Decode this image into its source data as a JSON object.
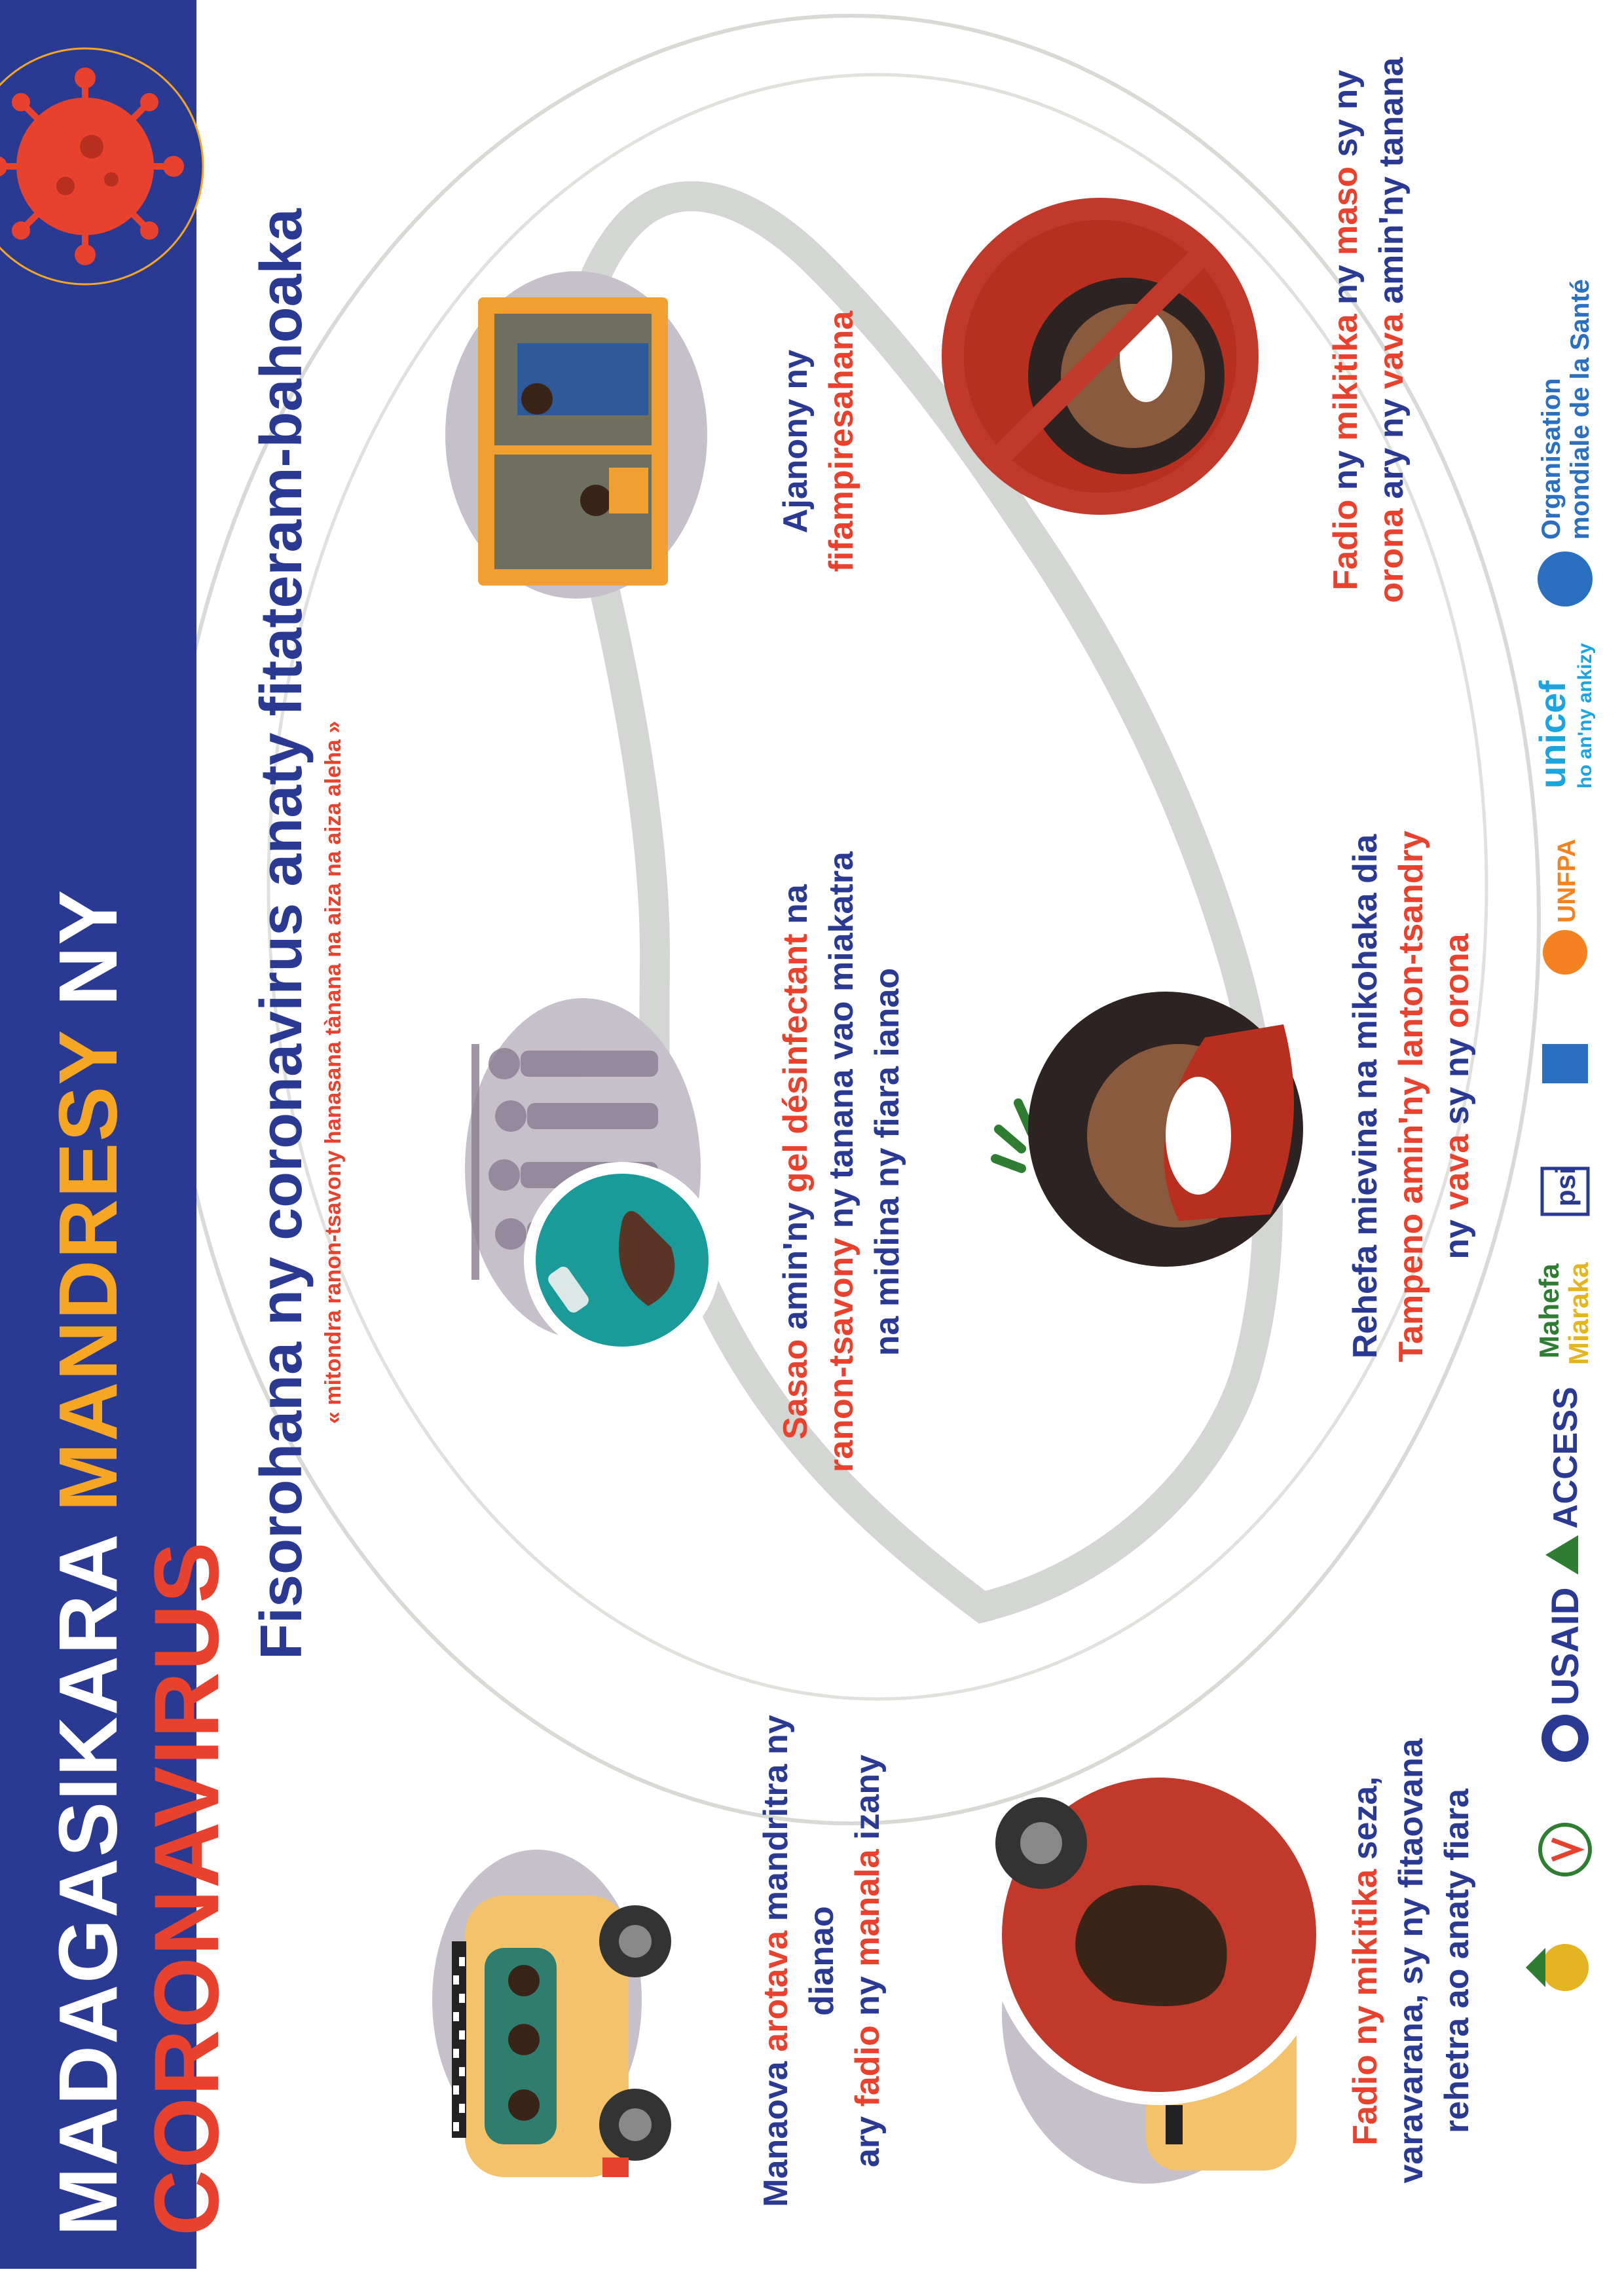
{
  "header": {
    "title_part1": "MADAGASIKARA",
    "title_accent": "MANDRESY",
    "title_part2": "NY",
    "title_line2": "CORONAVIRUS"
  },
  "subtitle": "Fisorohana ny coronavirus anaty fitateram-bahoaka",
  "note": "« mitondra ranon-tsavony hanasana tànana na aiza na aiza aleha »",
  "tips": [
    {
      "lines": [
        [
          "Manaova ",
          "b"
        ],
        [
          "arotava",
          "r"
        ],
        [
          " mandritra ny dianao",
          "b"
        ]
      ],
      "line2": [
        [
          "ary ",
          "b"
        ],
        [
          "fadio",
          "r"
        ],
        [
          " ny ",
          "b"
        ],
        [
          "manala",
          "r"
        ],
        [
          " izany",
          "b"
        ]
      ]
    },
    {
      "line1": [
        [
          "Sasao",
          "r"
        ],
        [
          " amin'ny ",
          "b"
        ],
        [
          "gel désinfectant",
          "r"
        ],
        [
          " na",
          "b"
        ]
      ],
      "line2": [
        [
          "ranon-tsavony",
          "r"
        ],
        [
          " ny tanana vao miakatra",
          "b"
        ]
      ],
      "line3": [
        [
          "na midina ny fiara ianao",
          "b"
        ]
      ]
    },
    {
      "line1": [
        [
          "Ajanony ny",
          "b"
        ]
      ],
      "line2": [
        [
          "fifampiresahana",
          "r"
        ]
      ]
    },
    {
      "line1": [
        [
          "Fadio ny ",
          "r"
        ],
        [
          "mikitika",
          "r"
        ],
        [
          " seza,",
          "b"
        ]
      ],
      "line2": [
        [
          "varavarana,  sy ny fitaovana",
          "b"
        ]
      ],
      "line3": [
        [
          "rehetra ao anaty fiara",
          "b"
        ]
      ]
    },
    {
      "line1": [
        [
          "Rehefa mievina na mikohaka dia",
          "b"
        ]
      ],
      "line2": [
        [
          "Tampeno amin'ny lanton-tsandry",
          "r"
        ]
      ],
      "line3": [
        [
          "ny ",
          "b"
        ],
        [
          "vava",
          "r"
        ],
        [
          " sy ny ",
          "b"
        ],
        [
          "orona",
          "r"
        ]
      ]
    },
    {
      "line1": [
        [
          "Fadio",
          "r"
        ],
        [
          " ny ",
          "b"
        ],
        [
          "mikitika",
          "r"
        ],
        [
          " ny ",
          "b"
        ],
        [
          "maso",
          "r"
        ],
        [
          " sy ny",
          "b"
        ]
      ],
      "line2": [
        [
          "orona",
          "r"
        ],
        [
          " ary ny ",
          "b"
        ],
        [
          "vava",
          "r"
        ],
        [
          " amin'ny tanana",
          "b"
        ]
      ]
    }
  ],
  "logos": {
    "usaid": "USAID",
    "access": "ACCESS",
    "mahefa_1": "Mahefa",
    "mahefa_2": "Miaraka",
    "psi": "psi",
    "unfpa": "UNFPA",
    "unicef": "unicef",
    "unicef_tag": "ho an'ny ankizy",
    "who_1": "Organisation",
    "who_2": "mondiale de la Santé"
  },
  "colors": {
    "navy": "#2a3a93",
    "red": "#e8412d",
    "orange": "#f5a623"
  }
}
